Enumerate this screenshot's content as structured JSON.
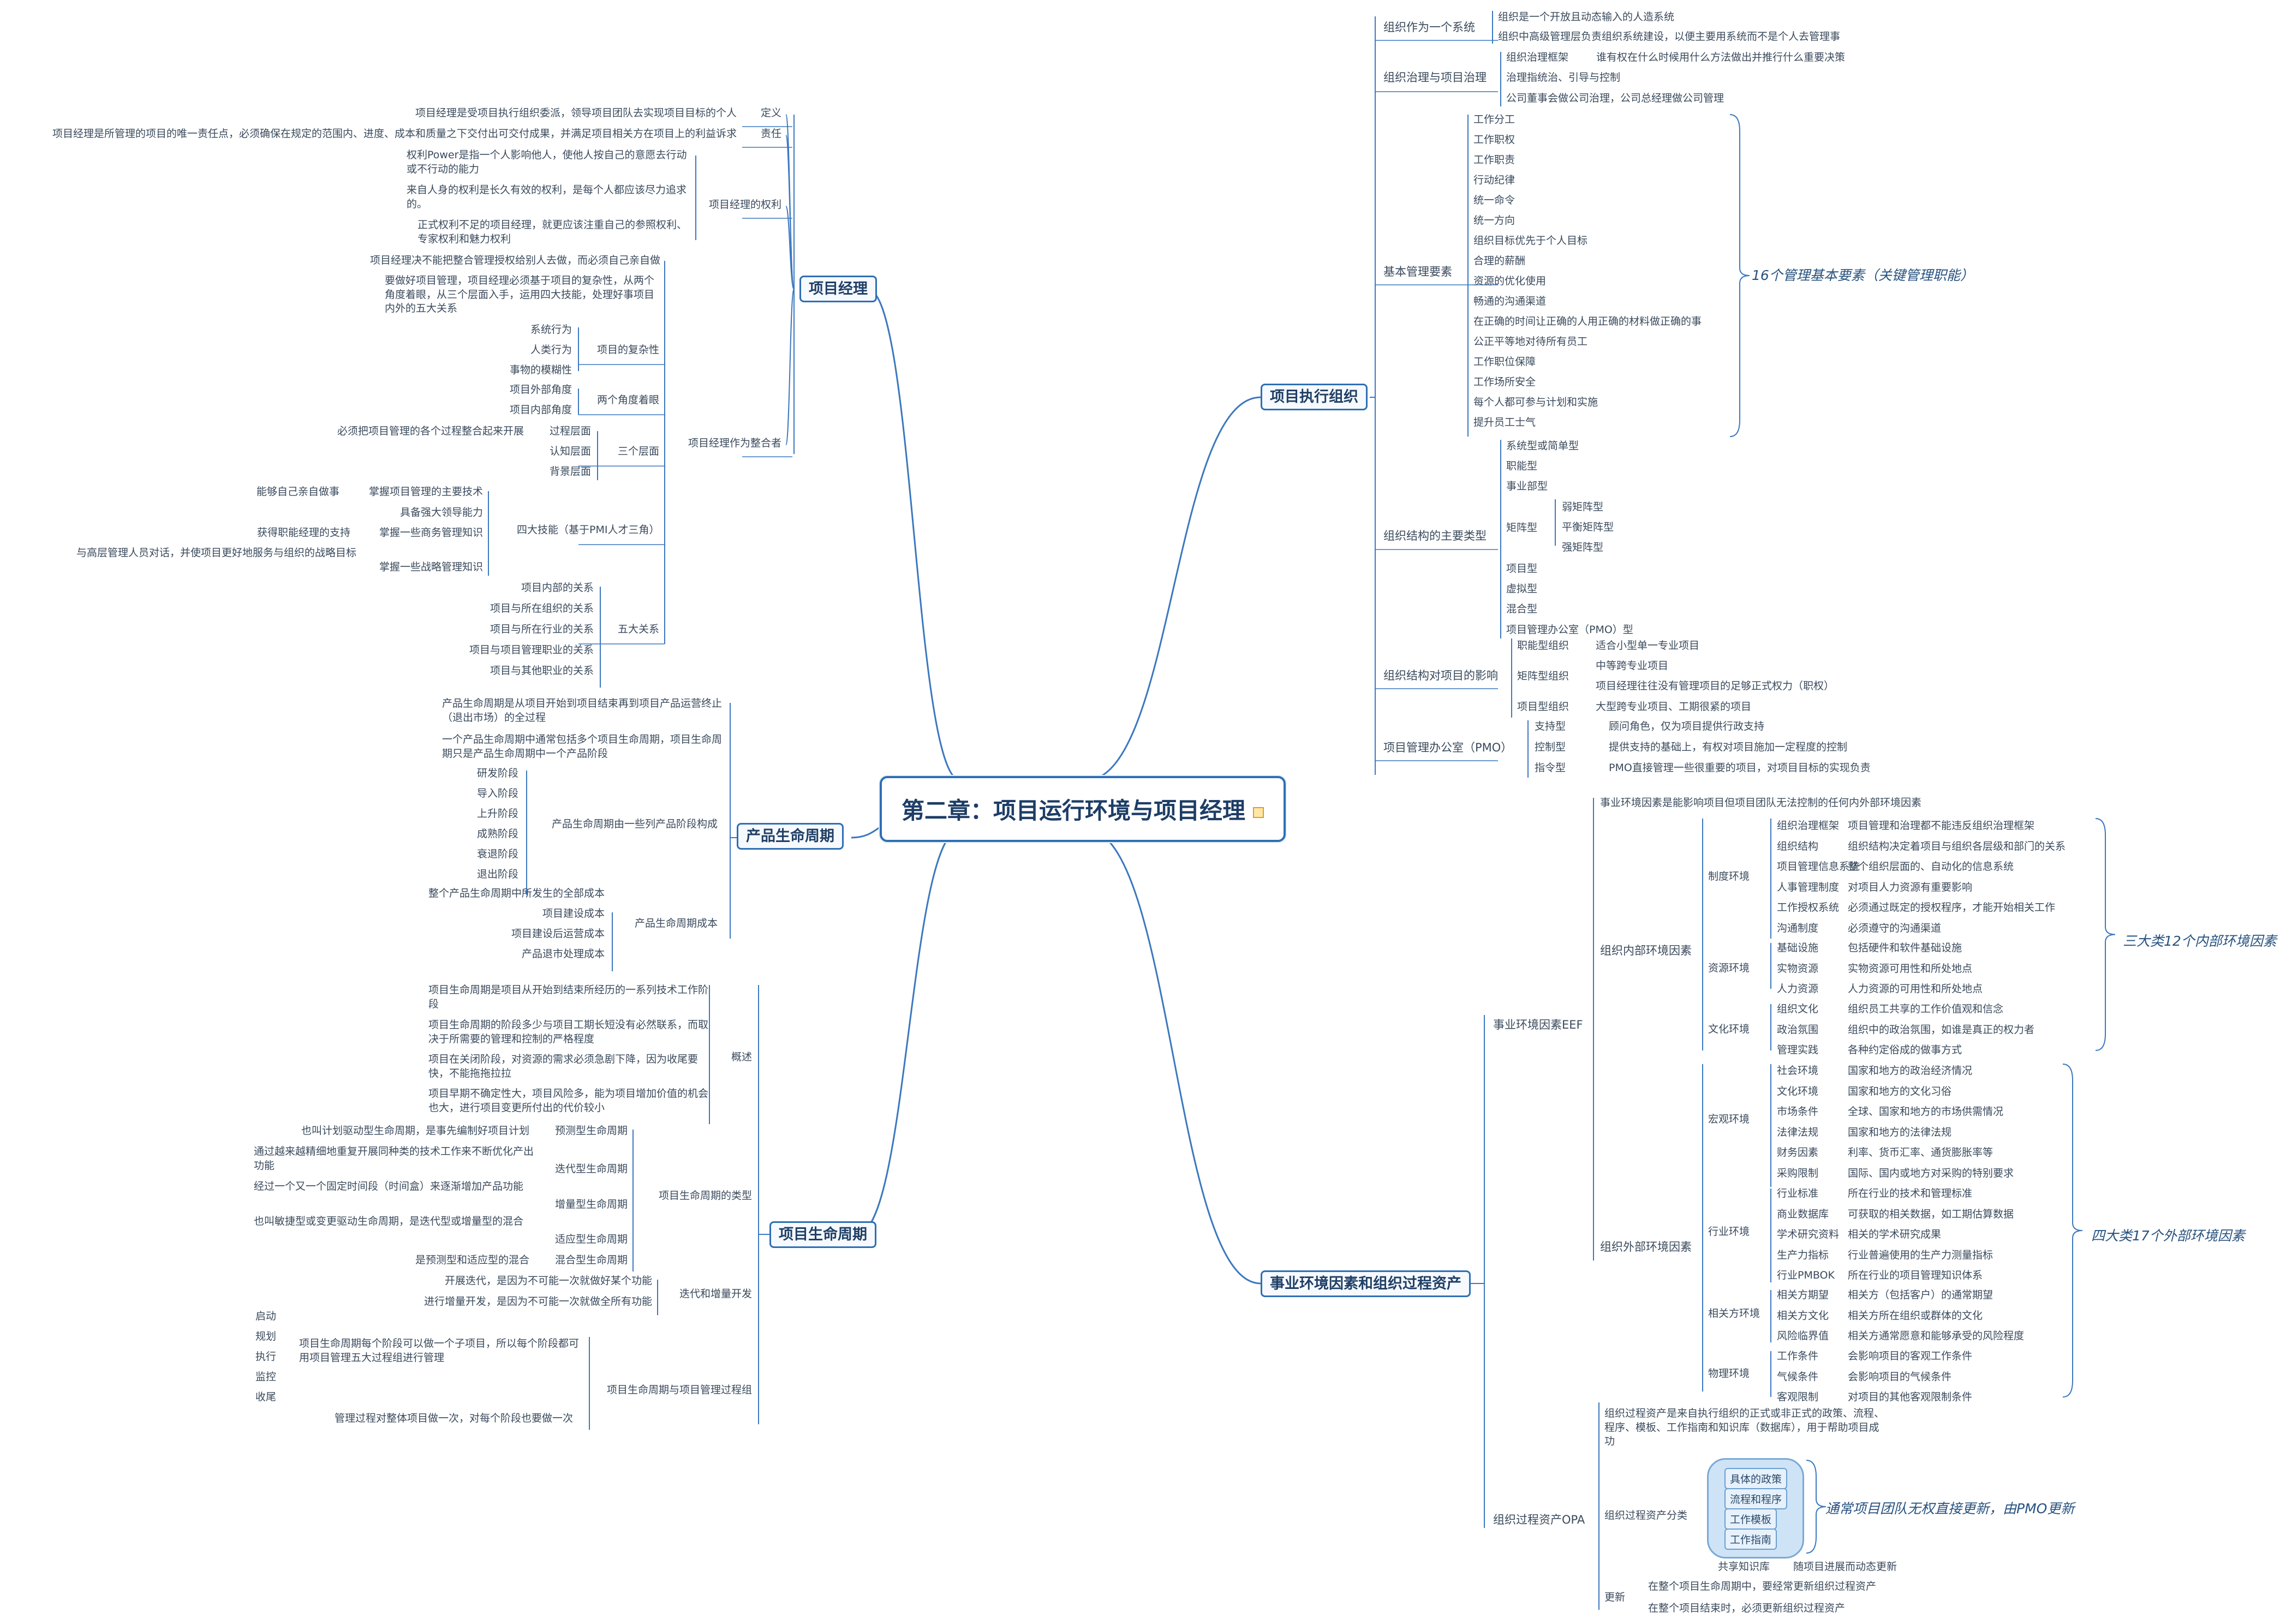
{
  "root": {
    "title": "第二章：项目运行环境与项目经理"
  },
  "branches": {
    "pm": "项目经理",
    "plc": "产品生命周期",
    "prlc": "项目生命周期",
    "org": "项目执行组织",
    "eef": "事业环境因素和组织过程资产"
  },
  "notes": {
    "mgmt16": "16个管理基本要素（关键管理职能）",
    "inner12": "三大类12个内部环境因素",
    "outer17": "四大类17个外部环境因素",
    "opa_note": "通常项目团队无权直接更新，由PMO更新"
  },
  "org": {
    "system": "组织作为一个系统",
    "system_1": "组织是一个开放且动态输入的人造系统",
    "system_2": "组织中高级管理层负责组织系统建设，以便主要用系统而不是个人去管理事",
    "gov": "组织治理与项目治理",
    "gov_1": "组织治理框架",
    "gov_1a": "谁有权在什么时候用什么方法做出并推行什么重要决策",
    "gov_2": "治理指统治、引导与控制",
    "gov_3": "公司董事会做公司治理，公司总经理做公司管理",
    "basic": "基本管理要素",
    "basic_items": [
      "工作分工",
      "工作职权",
      "工作职责",
      "行动纪律",
      "统一命令",
      "统一方向",
      "组织目标优先于个人目标",
      "合理的薪酬",
      "资源的优化使用",
      "畅通的沟通渠道",
      "在正确的时间让正确的人用正确的材料做正确的事",
      "公正平等地对待所有员工",
      "工作职位保障",
      "工作场所安全",
      "每个人都可参与计划和实施",
      "提升员工士气"
    ],
    "types": "组织结构的主要类型",
    "types_items": [
      "系统型或简单型",
      "职能型",
      "事业部型",
      "矩阵型",
      "项目型",
      "虚拟型",
      "混合型",
      "项目管理办公室（PMO）型"
    ],
    "matrix_items": [
      "弱矩阵型",
      "平衡矩阵型",
      "强矩阵型"
    ],
    "impact": "组织结构对项目的影响",
    "impact_1": "职能型组织",
    "impact_1a": "适合小型单一专业项目",
    "impact_2": "矩阵型组织",
    "impact_2a": "中等跨专业项目",
    "impact_2b": "项目经理往往没有管理项目的足够正式权力（职权）",
    "impact_3": "项目型组织",
    "impact_3a": "大型跨专业项目、工期很紧的项目",
    "pmo": "项目管理办公室（PMO）",
    "pmo_1": "支持型",
    "pmo_1a": "顾问角色，仅为项目提供行政支持",
    "pmo_2": "控制型",
    "pmo_2a": "提供支持的基础上，有权对项目施加一定程度的控制",
    "pmo_3": "指令型",
    "pmo_3a": "PMO直接管理一些很重要的项目，对项目目标的实现负责"
  },
  "eef": {
    "def": "事业环境因素是能影响项目但项目团队无法控制的任何内外部环境因素",
    "eef": "事业环境因素EEF",
    "inner": "组织内部环境因素",
    "sys": "制度环境",
    "res": "资源环境",
    "cul": "文化环境",
    "sys_items": [
      [
        "组织治理框架",
        "项目管理和治理都不能违反组织治理框架"
      ],
      [
        "组织结构",
        "组织结构决定着项目与组织各层级和部门的关系"
      ],
      [
        "项目管理信息系统",
        "整个组织层面的、自动化的信息系统"
      ],
      [
        "人事管理制度",
        "对项目人力资源有重要影响"
      ],
      [
        "工作授权系统",
        "必须通过既定的授权程序，才能开始相关工作"
      ],
      [
        "沟通制度",
        "必须遵守的沟通渠道"
      ]
    ],
    "res_items": [
      [
        "基础设施",
        "包括硬件和软件基础设施"
      ],
      [
        "实物资源",
        "实物资源可用性和所处地点"
      ],
      [
        "人力资源",
        "人力资源的可用性和所处地点"
      ]
    ],
    "cul_items": [
      [
        "组织文化",
        "组织员工共享的工作价值观和信念"
      ],
      [
        "政治氛围",
        "组织中的政治氛围，如谁是真正的权力者"
      ],
      [
        "管理实践",
        "各种约定俗成的做事方式"
      ]
    ],
    "outer": "组织外部环境因素",
    "macro": "宏观环境",
    "industry": "行业环境",
    "stake": "相关方环境",
    "phys": "物理环境",
    "macro_items": [
      [
        "社会环境",
        "国家和地方的政治经济情况"
      ],
      [
        "文化环境",
        "国家和地方的文化习俗"
      ],
      [
        "市场条件",
        "全球、国家和地方的市场供需情况"
      ],
      [
        "法律法规",
        "国家和地方的法律法规"
      ],
      [
        "财务因素",
        "利率、货币汇率、通货膨胀率等"
      ],
      [
        "采购限制",
        "国际、国内或地方对采购的特别要求"
      ]
    ],
    "industry_items": [
      [
        "行业标准",
        "所在行业的技术和管理标准"
      ],
      [
        "商业数据库",
        "可获取的相关数据，如工期估算数据"
      ],
      [
        "学术研究资料",
        "相关的学术研究成果"
      ],
      [
        "生产力指标",
        "行业普遍使用的生产力测量指标"
      ],
      [
        "行业PMBOK",
        "所在行业的项目管理知识体系"
      ]
    ],
    "stake_items": [
      [
        "相关方期望",
        "相关方（包括客户）的通常期望"
      ],
      [
        "相关方文化",
        "相关方所在组织或群体的文化"
      ],
      [
        "风险临界值",
        "相关方通常愿意和能够承受的风险程度"
      ]
    ],
    "phys_items": [
      [
        "工作条件",
        "会影响项目的客观工作条件"
      ],
      [
        "气候条件",
        "会影响项目的气候条件"
      ],
      [
        "客观限制",
        "对项目的其他客观限制条件"
      ]
    ],
    "opa": "组织过程资产OPA",
    "opa_def": "组织过程资产是来自执行组织的正式或非正式的政策、流程、程序、模板、工作指南和知识库（数据库），用于帮助项目成功",
    "opa_cls": "组织过程资产分类",
    "opa_cls_items": [
      "具体的政策",
      "流程和程序",
      "工作模板",
      "工作指南"
    ],
    "opa_kb": "共享知识库",
    "opa_kb_a": "随项目进展而动态更新",
    "upd": "更新",
    "upd_1": "在整个项目生命周期中，要经常更新组织过程资产",
    "upd_2": "在整个项目结束时，必须更新组织过程资产"
  },
  "pm": {
    "def": "定义",
    "def_a": "项目经理是受项目执行组织委派，领导项目团队去实现项目目标的个人",
    "resp": "责任",
    "resp_a": "项目经理是所管理的项目的唯一责任点，必须确保在规定的范围内、进度、成本和质量之下交付出可交付成果，并满足项目相关方在项目上的利益诉求",
    "power": "项目经理的权利",
    "power_1": "权利Power是指一个人影响他人，使他人按自己的意愿去行动或不行动的能力",
    "power_2": "来自人身的权利是长久有效的权利，是每个人都应该尽力追求的。",
    "power_3": "正式权利不足的项目经理，就更应该注重自己的参照权利、专家权利和魅力权利",
    "integ": "项目经理作为整合者",
    "integ_0": "项目经理决不能把整合管理授权给别人去做，而必须自己亲自做",
    "integ_1": "要做好项目管理，项目经理必须基于项目的复杂性，从两个角度着眼，从三个层面入手，运用四大技能，处理好事项目内外的五大关系",
    "cx": "项目的复杂性",
    "cx_items": [
      "系统行为",
      "人类行为",
      "事物的模糊性"
    ],
    "views": "两个角度着眼",
    "views_items": [
      "项目外部角度",
      "项目内部角度"
    ],
    "levels": "三个层面",
    "levels_1": "过程层面",
    "levels_1a": "必须把项目管理的各个过程整合起来开展",
    "levels_2": "认知层面",
    "levels_3": "背景层面",
    "skills": "四大技能（基于PMI人才三角）",
    "skills_1": "掌握项目管理的主要技术",
    "skills_1a": "能够自己亲自做事",
    "skills_2": "具备强大领导能力",
    "skills_3": "掌握一些商务管理知识",
    "skills_3a": "获得职能经理的支持",
    "skills_4": "掌握一些战略管理知识",
    "skills_4a": "与高层管理人员对话，并使项目更好地服务与组织的战略目标",
    "rel": "五大关系",
    "rel_items": [
      "项目内部的关系",
      "项目与所在组织的关系",
      "项目与所在行业的关系",
      "项目与项目管理职业的关系",
      "项目与其他职业的关系"
    ]
  },
  "plc": {
    "d1": "产品生命周期是从项目开始到项目结束再到项目产品运营终止（退出市场）的全过程",
    "d2": "一个产品生命周期中通常包括多个项目生命周期，项目生命周期只是产品生命周期中一个产品阶段",
    "stages": "产品生命周期由一些列产品阶段构成",
    "stages_items": [
      "研发阶段",
      "导入阶段",
      "上升阶段",
      "成熟阶段",
      "衰退阶段",
      "退出阶段"
    ],
    "cost0": "整个产品生命周期中所发生的全部成本",
    "cost": "产品生命周期成本",
    "cost_items": [
      "项目建设成本",
      "项目建设后运营成本",
      "产品退市处理成本"
    ]
  },
  "prlc": {
    "ov": "概述",
    "ov_items": [
      "项目生命周期是项目从开始到结束所经历的一系列技术工作阶段",
      "项目生命周期的阶段多少与项目工期长短没有必然联系，而取决于所需要的管理和控制的严格程度",
      "项目在关闭阶段，对资源的需求必须急剧下降，因为收尾要快，不能拖拖拉拉",
      "项目早期不确定性大，项目风险多，能为项目增加价值的机会也大，进行项目变更所付出的代价较小"
    ],
    "types": "项目生命周期的类型",
    "t1": "预测型生命周期",
    "t1a": "也叫计划驱动型生命周期，是事先编制好项目计划",
    "t2": "迭代型生命周期",
    "t2a": "通过越来越精细地重复开展同种类的技术工作来不断优化产出功能",
    "t3": "增量型生命周期",
    "t3a": "经过一个又一个固定时间段（时间盒）来逐渐增加产品功能",
    "t4": "适应型生命周期",
    "t4a": "也叫敏捷型或变更驱动生命周期，是迭代型或增量型的混合",
    "t5": "混合型生命周期",
    "t5a": "是预测型和适应型的混合",
    "it": "迭代和增量开发",
    "it_1": "开展迭代，是因为不可能一次就做好某个功能",
    "it_2": "进行增量开发，是因为不可能一次就做全所有功能",
    "pg": "项目生命周期与项目管理过程组",
    "pg_1": "项目生命周期每个阶段可以做一个子项目，所以每个阶段都可用项目管理五大过程组进行管理",
    "pg_items": [
      "启动",
      "规划",
      "执行",
      "监控",
      "收尾"
    ],
    "pg_2": "管理过程对整体项目做一次，对每个阶段也要做一次"
  }
}
